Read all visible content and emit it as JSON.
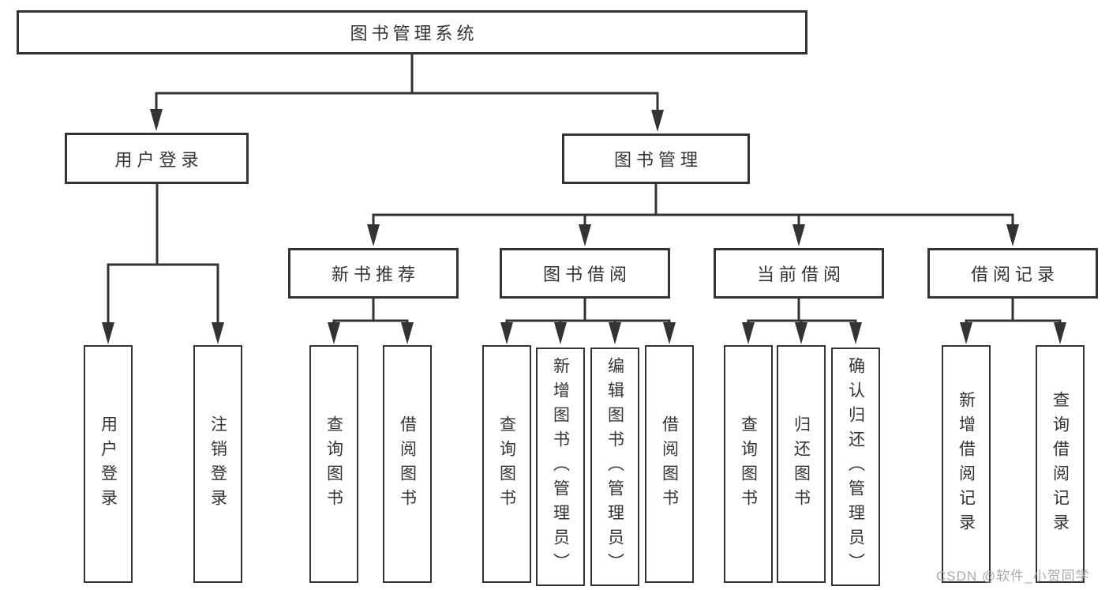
{
  "colors": {
    "line": "#333333",
    "box_border": "#333333",
    "box_fill": "#ffffff",
    "text": "#333333",
    "watermark_text": "#aaaaaa",
    "background": "#ffffff"
  },
  "watermark": "CSDN @软件_小贺同学",
  "chart_data": {
    "type": "tree-diagram",
    "title": "图书管理系统"
  },
  "tree": {
    "root": {
      "label": "图书管理系统"
    },
    "branches": [
      {
        "label": "用户登录",
        "children": [
          {
            "label": "用户登录"
          },
          {
            "label": "注销登录"
          }
        ]
      },
      {
        "label": "图书管理",
        "children": [
          {
            "label": "新书推荐",
            "children": [
              {
                "label": "查询图书"
              },
              {
                "label": "借阅图书"
              }
            ]
          },
          {
            "label": "图书借阅",
            "children": [
              {
                "label": "查询图书"
              },
              {
                "label": "新增图书（管理员）"
              },
              {
                "label": "编辑图书（管理员）"
              },
              {
                "label": "借阅图书"
              }
            ]
          },
          {
            "label": "当前借阅",
            "children": [
              {
                "label": "查询图书"
              },
              {
                "label": "归还图书"
              },
              {
                "label": "确认归还（管理员）"
              }
            ]
          },
          {
            "label": "借阅记录",
            "children": [
              {
                "label": "新增借阅记录"
              },
              {
                "label": "查询借阅记录"
              }
            ]
          }
        ]
      }
    ]
  }
}
